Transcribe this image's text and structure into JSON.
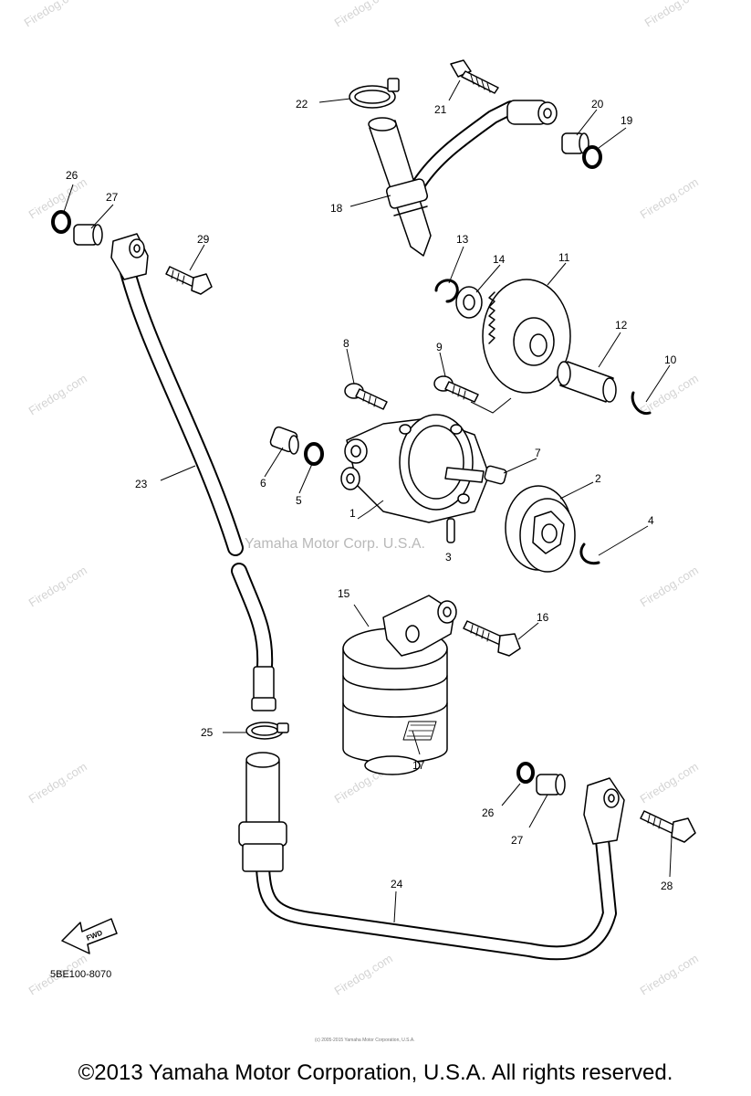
{
  "diagram": {
    "callouts": [
      "1",
      "2",
      "3",
      "4",
      "5",
      "6",
      "7",
      "8",
      "9",
      "10",
      "11",
      "12",
      "13",
      "14",
      "15",
      "16",
      "17",
      "18",
      "19",
      "20",
      "21",
      "22",
      "23",
      "24",
      "25",
      "26",
      "27",
      "28",
      "29"
    ],
    "callout_26b": "26",
    "callout_27b": "27",
    "part_code": "5BE100-8070",
    "fwd_label": "FWD",
    "center_watermark": "Yamaha Motor Corp. U.S.A.",
    "firedog_watermark": "Firedog.com",
    "tiny_copyright": "(c) 2005-2015 Yamaha Motor Corporation, U.S.A."
  },
  "footer": {
    "copyright": "©2013 Yamaha Motor Corporation, U.S.A. All rights reserved."
  },
  "colors": {
    "line": "#000000",
    "watermark": "#d4d4d4",
    "background": "#ffffff"
  }
}
